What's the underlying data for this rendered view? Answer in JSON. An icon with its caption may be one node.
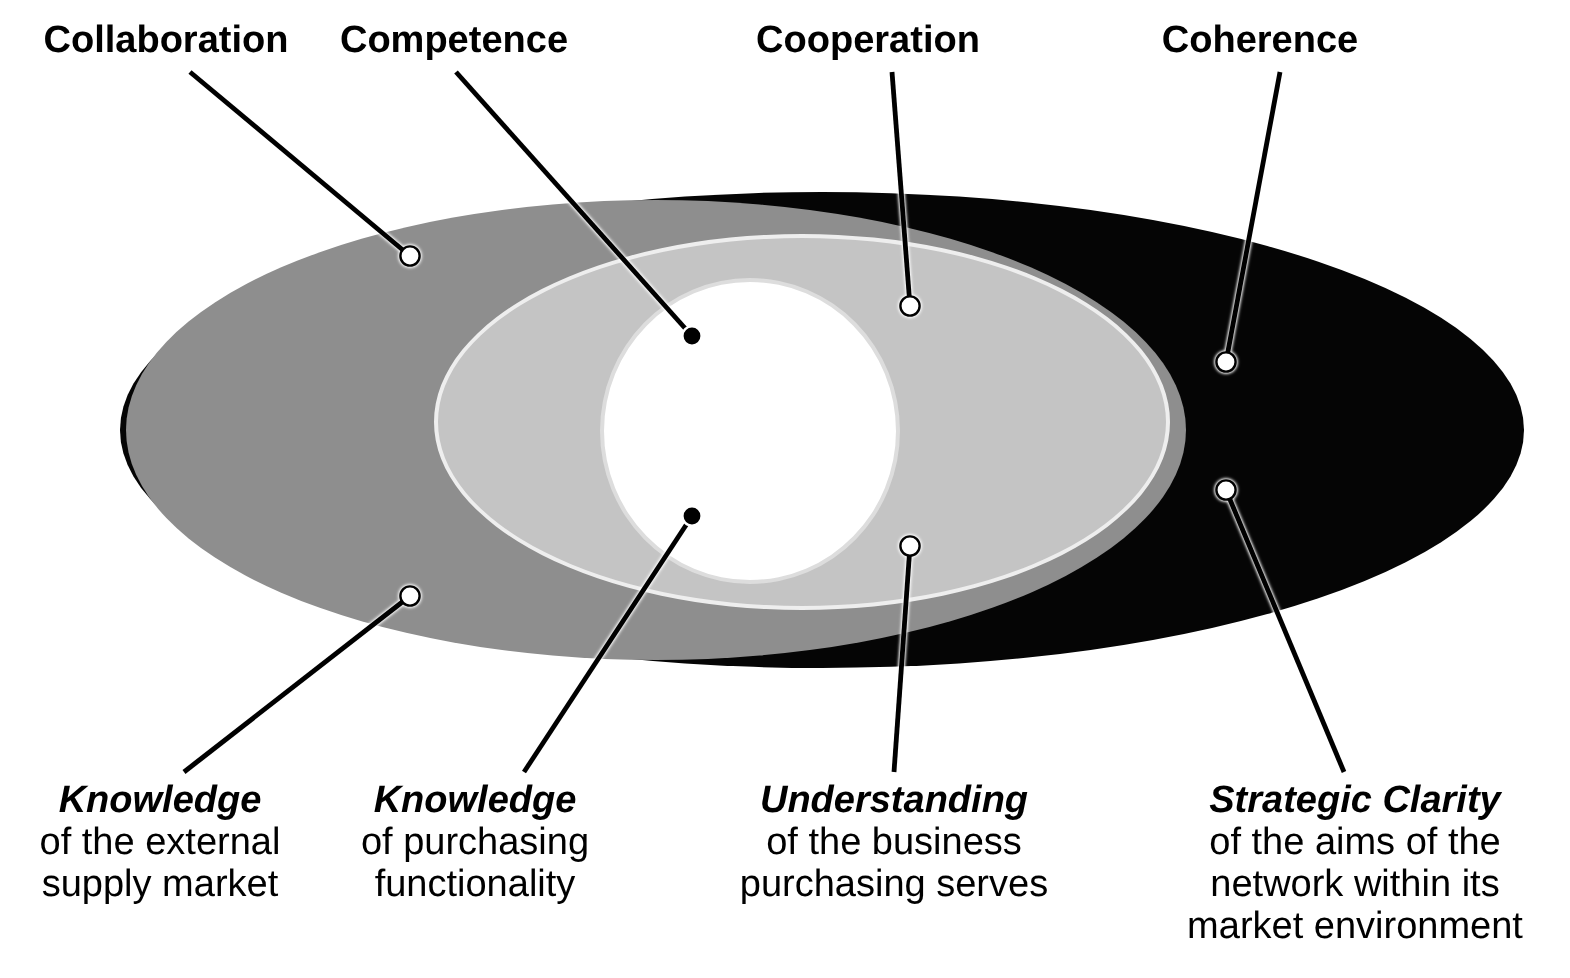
{
  "diagram": {
    "nodes": [
      {
        "text": [
          "Collaboration"
        ]
      },
      {
        "text": [
          "Competence"
        ]
      },
      {
        "text": [
          "Cooperation"
        ]
      },
      {
        "text": [
          "Coherence"
        ]
      },
      {
        "text": [],
        "shape": "ellipse"
      },
      {
        "text": [],
        "shape": "ellipse",
        "in": 4
      },
      {
        "text": [],
        "shape": "ellipse",
        "in": 5
      },
      {
        "text": [],
        "shape": "circle",
        "in": 6
      },
      {
        "text": [
          "Knowledge",
          "of the external supply market"
        ]
      },
      {
        "text": [
          "Knowledge",
          "of purchasing functionality"
        ]
      },
      {
        "text": [
          "Understanding",
          "of the business purchasing serves"
        ]
      },
      {
        "text": [
          "Strategic Clarity",
          "of the aims of the network within its market environment"
        ]
      }
    ],
    "edges": [
      {
        "from": 0,
        "to": 5,
        "arrow": "other"
      },
      {
        "from": 1,
        "to": 7,
        "arrow": "other"
      },
      {
        "from": 2,
        "to": 6,
        "arrow": "other"
      },
      {
        "from": 3,
        "to": 4,
        "arrow": "other"
      },
      {
        "from": 8,
        "to": 5,
        "arrow": "other"
      },
      {
        "from": 9,
        "to": 7,
        "arrow": "other"
      },
      {
        "from": 10,
        "to": 6,
        "arrow": "other"
      },
      {
        "from": 11,
        "to": 4,
        "arrow": "other"
      }
    ]
  }
}
